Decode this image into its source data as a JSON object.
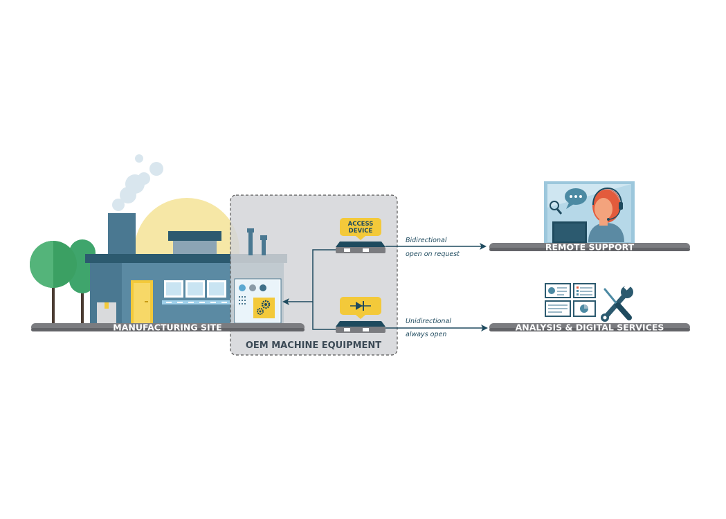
{
  "labels": {
    "manufacturing_site": "MANUFACTURING SITE",
    "oem_machine": "OEM MACHINE EQUIPMENT",
    "remote_support": "REMOTE SUPPORT",
    "analysis_services": "ANALYSIS & DIGITAL SERVICES"
  },
  "devices": {
    "access_device_line1": "ACCESS",
    "access_device_line2": "DEVICE"
  },
  "connections": {
    "bidirectional_line1": "Bidirectional",
    "bidirectional_line2": "open on request",
    "unidirectional_line1": "Unidirectional",
    "unidirectional_line2": "always open"
  },
  "colors": {
    "navy": "#1e4a5e",
    "teal": "#4c8aa3",
    "yellow": "#f3c93a",
    "green": "#3fa56c",
    "shelf_gray": "#7b7c80",
    "zone_gray": "#d6d7d9"
  },
  "icons": [
    "smoke-icon",
    "tree-icon",
    "gear-icon",
    "diode-icon",
    "chat-bubble-icon",
    "magnifier-icon",
    "headset-icon",
    "wrench-icon",
    "screwdriver-icon"
  ]
}
